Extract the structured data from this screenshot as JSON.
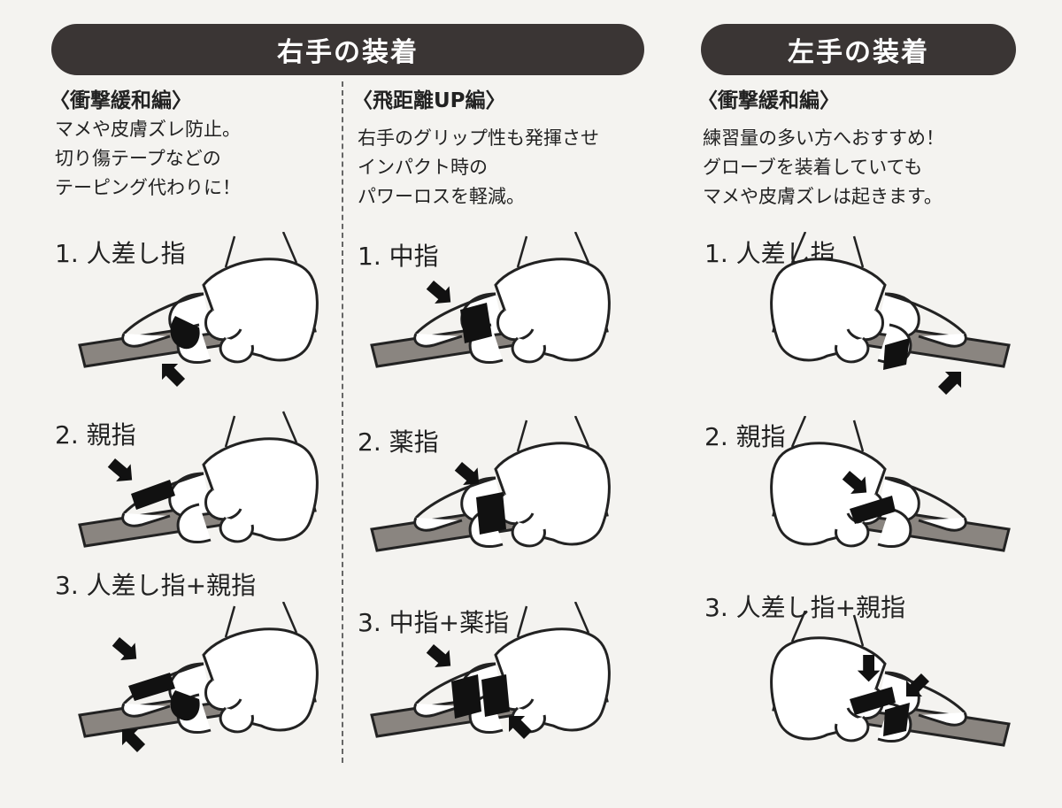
{
  "right_hand": {
    "title": "右手の装着",
    "shock": {
      "subtitle": "〈衝撃緩和編〉",
      "description": "マメや皮膚ズレ防止。\n切り傷テープなどの\nテーピング代わりに！",
      "steps": [
        "1. 人差し指",
        "2. 親指",
        "3. 人差し指+親指"
      ]
    },
    "distance": {
      "subtitle": "〈飛距離UP編〉",
      "description": "右手のグリップ性も発揮させ\nインパクト時の\nパワーロスを軽減。",
      "steps": [
        "1. 中指",
        "2. 薬指",
        "3. 中指+薬指"
      ]
    }
  },
  "left_hand": {
    "title": "左手の装着",
    "shock": {
      "subtitle": "〈衝撃緩和編〉",
      "description": "練習量の多い方へおすすめ！\nグローブを装着していても\nマメや皮膚ズレは起きます。",
      "steps": [
        "1. 人差し指",
        "2. 親指",
        "3. 人差し指+親指"
      ]
    }
  },
  "colors": {
    "banner": "#3a3534",
    "banner_text": "#ffffff",
    "background": "#f4f3f0",
    "club_shaft": "#8a8580",
    "tape": "#111111"
  }
}
